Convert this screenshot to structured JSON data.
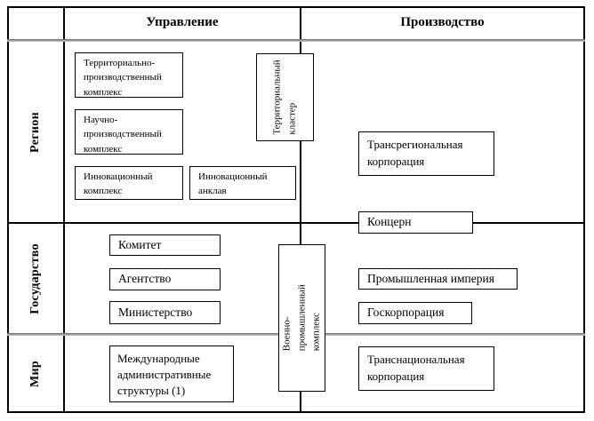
{
  "diagram": {
    "columns": {
      "management": "Управление",
      "production": "Производство"
    },
    "rows": {
      "region": "Регион",
      "state": "Государство",
      "world": "Мир"
    },
    "boxes": {
      "territorial_production_complex": "Территориально-производственный комплекс",
      "scientific_production_complex": "Научно-производственный комплекс",
      "innovation_complex": "Инновационный комплекс",
      "innovation_enclave": "Инновационный анклав",
      "territorial_cluster": "Территориальный кластер",
      "transregional_corporation": "Трансрегиональная корпорация",
      "concern": "Концерн",
      "committee": "Комитет",
      "agency": "Агентство",
      "ministry": "Министерство",
      "industrial_empire": "Промышленная империя",
      "state_corporation": "Госкорпорация",
      "military_industrial_complex": "Военно-промышленный комплекс",
      "international_admin_structures": "Международные административные структуры (1)",
      "transnational_corporation": "Транснациональная корпорация"
    },
    "colors": {
      "line_black": "#000000",
      "line_gray": "#909090",
      "background": "#ffffff"
    }
  }
}
